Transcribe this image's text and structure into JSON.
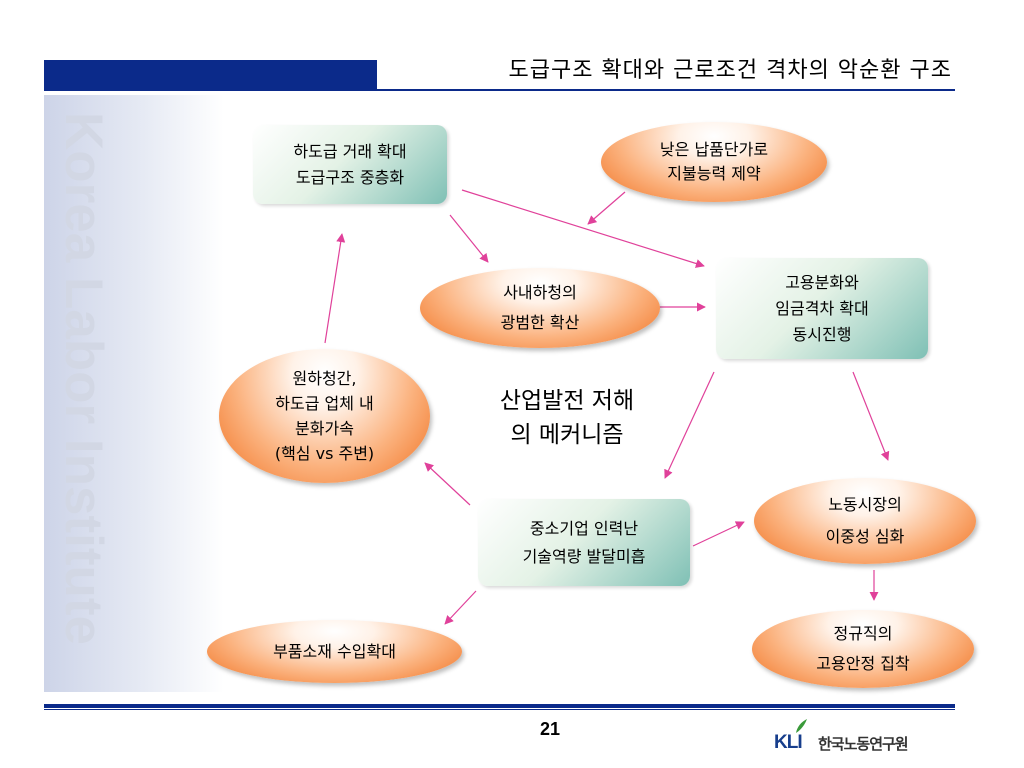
{
  "header": {
    "title": "도급구조 확대와 근로조건 격차의 악순환 구조",
    "watermark": "Korea Labor Institute"
  },
  "nodes": {
    "subcontract": [
      "하도급 거래 확대",
      "도급구조 중층화"
    ],
    "low_price": [
      "낮은 납품단가로",
      "지불능력 제약"
    ],
    "in_house": [
      "사내하청의",
      "광범한 확산"
    ],
    "employment_gap": [
      "고용분화와",
      "임금격차 확대",
      "동시진행"
    ],
    "differentiation": [
      "원하청간,",
      "하도급 업체 내",
      "분화가속",
      "(핵심 vs  주변)"
    ],
    "sme": [
      "중소기업 인력난",
      "기술역량 발달미흡"
    ],
    "dual_market": [
      "노동시장의",
      "이중성 심화"
    ],
    "parts_import": [
      "부품소재 수입확대"
    ],
    "regular_job": [
      "정규직의",
      "고용안정 집착"
    ]
  },
  "center": [
    "산업발전 저해",
    "의 메커니즘"
  ],
  "footer": {
    "page_number": "21",
    "logo_mark": "KLI",
    "logo_name": "한국노동연구원"
  },
  "colors": {
    "brand_blue": "#0b2a8a",
    "arrow": "#e0419a",
    "ellipse_orange": "#f0701f",
    "rect_teal": "#7fc0b5"
  }
}
